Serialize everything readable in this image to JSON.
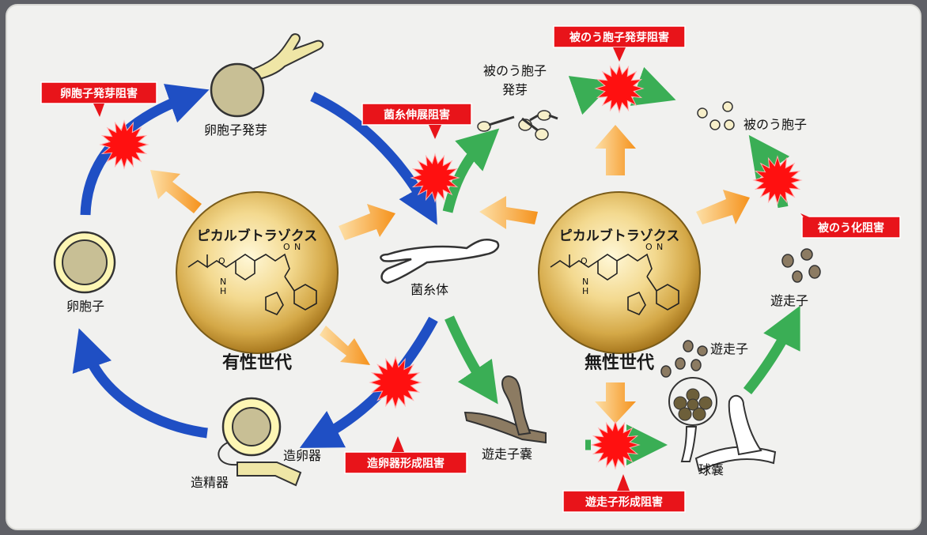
{
  "compound": {
    "name_left": "ピカルブトラゾクス",
    "name_right": "ピカルブトラゾクス"
  },
  "generations": {
    "sexual": "有性世代",
    "asexual": "無性世代"
  },
  "stages": {
    "oospore": "卵胞子",
    "oospore_germination": "卵胞子発芽",
    "mycelium": "菌糸体",
    "oogonium": "造卵器",
    "antheridium": "造精器",
    "zoosporangium": "遊走子嚢",
    "sporangium": "球嚢",
    "zoospore_1": "遊走子",
    "zoospore_2": "遊走子",
    "cyst": "被のう胞子",
    "cyst_germination_1": "被のう胞子",
    "cyst_germination_2": "発芽"
  },
  "inhibitions": {
    "oospore_germination": "卵胞子発芽阻害",
    "hyphal_extension": "菌糸伸展阻害",
    "oogonium_formation": "造卵器形成阻害",
    "cyst_germination": "被のう胞子発芽阻害",
    "encystment": "被のう化阻害",
    "zoospore_formation": "遊走子形成阻害"
  },
  "colors": {
    "background": "#5f6066",
    "panel": "#f1f1ef",
    "cycle_blue": "#1f4fc4",
    "arrow_green": "#3aae55",
    "arrow_orange": "#f59a22",
    "burst_red": "#ff1010",
    "label_red": "#e8141a",
    "organism": "#c8bf95",
    "organism_dark": "#8c7b62",
    "sphere_gold": "#c99a32"
  }
}
